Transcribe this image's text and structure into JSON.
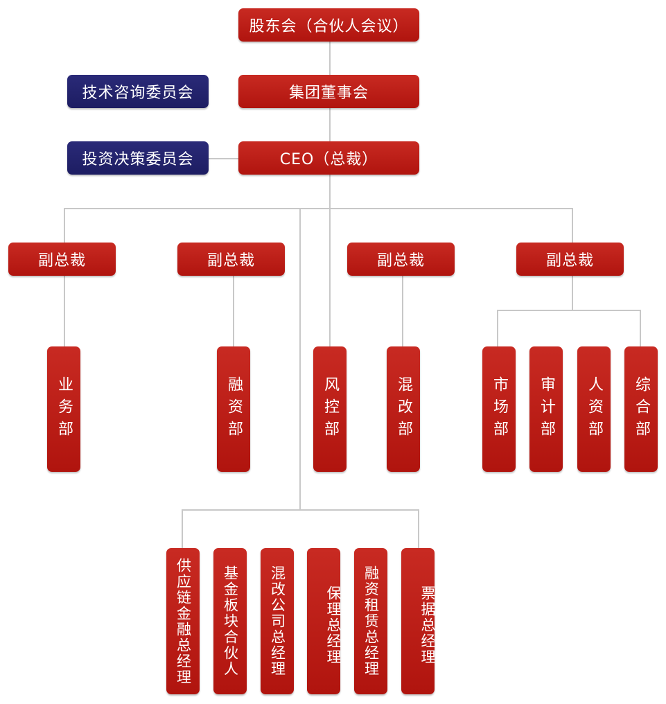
{
  "shareholders": "股东会（合伙人会议）",
  "board": "集团董事会",
  "tech_committee": "技术咨询委员会",
  "invest_committee": "投资决策委员会",
  "ceo": "CEO（总裁）",
  "vps": [
    "副总裁",
    "副总裁",
    "副总裁",
    "副总裁"
  ],
  "departments": {
    "business": "业务部",
    "financing": "融资部",
    "risk": "风控部",
    "mixed_reform": "混改部",
    "market": "市场部",
    "audit": "审计部",
    "hr": "人资部",
    "general": "综合部"
  },
  "managers": [
    "供应链金融总经理",
    "基金板块合伙人",
    "混改公司总经理",
    "保理总经理",
    "融资租赁总经理",
    "票据总经理"
  ],
  "colors": {
    "red": "#b81812",
    "navy": "#1f1f66",
    "connector": "#c8c8c8"
  }
}
